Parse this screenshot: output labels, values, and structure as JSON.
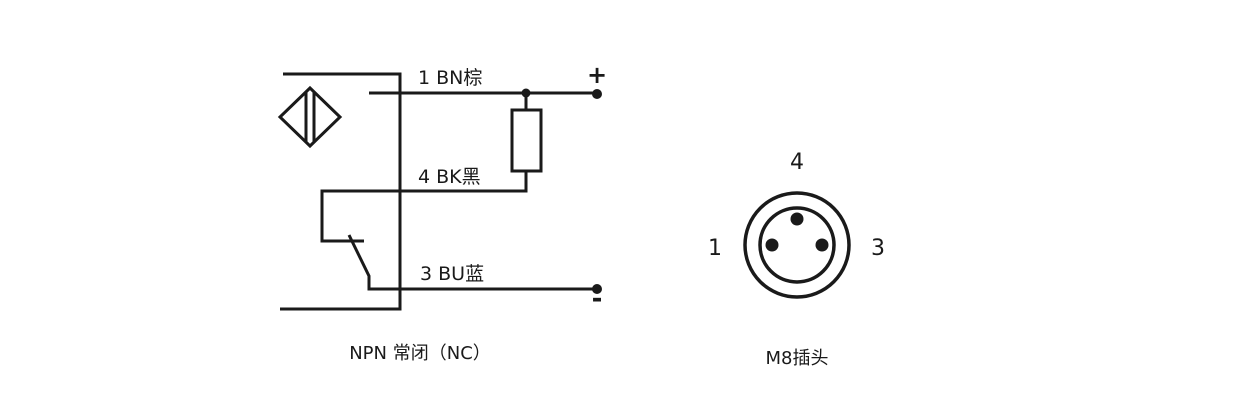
{
  "wiring": {
    "wire_brown": "1 BN棕",
    "wire_black": "4 BK黑",
    "wire_blue": "3 BU蓝",
    "plus": "+",
    "minus": "-",
    "caption": "NPN 常闭（NC）"
  },
  "connector": {
    "pin_top": "4",
    "pin_left": "1",
    "pin_right": "3",
    "caption": "M8插头"
  },
  "colors": {
    "stroke": "#1a1a1a",
    "background": "#ffffff"
  }
}
